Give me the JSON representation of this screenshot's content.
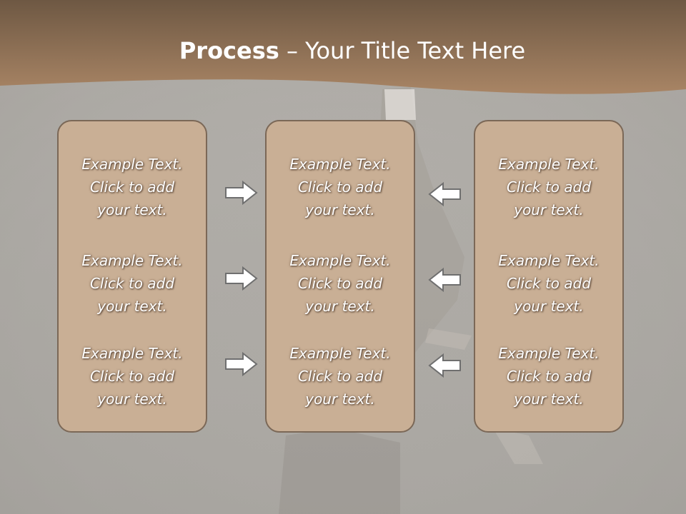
{
  "title": {
    "bold": "Process",
    "rest": " – Your Title Text Here"
  },
  "colors": {
    "header_top": "#6e5843",
    "header_bottom": "#a98565",
    "box_fill": "#c9af95",
    "box_border": "#7b6857",
    "arrow_stroke": "#6f6f6f"
  },
  "columns": [
    {
      "items": [
        {
          "line1": "Example Text.",
          "line2": "Click  to add",
          "line3": "your text."
        },
        {
          "line1": "Example Text.",
          "line2": "Click  to add",
          "line3": "your text."
        },
        {
          "line1": "Example Text.",
          "line2": "Click  to add",
          "line3": "your text."
        }
      ]
    },
    {
      "items": [
        {
          "line1": "Example Text.",
          "line2": "Click  to add",
          "line3": "your text."
        },
        {
          "line1": "Example Text.",
          "line2": "Click  to add",
          "line3": "your text."
        },
        {
          "line1": "Example Text.",
          "line2": "Click  to add",
          "line3": "your text."
        }
      ]
    },
    {
      "items": [
        {
          "line1": "Example Text.",
          "line2": "Click  to add",
          "line3": "your text."
        },
        {
          "line1": "Example Text.",
          "line2": "Click  to add",
          "line3": "your text."
        },
        {
          "line1": "Example Text.",
          "line2": "Click  to add",
          "line3": "your text."
        }
      ]
    }
  ],
  "arrows": {
    "left_group": "arrow-right-icon",
    "right_group": "arrow-left-icon"
  }
}
